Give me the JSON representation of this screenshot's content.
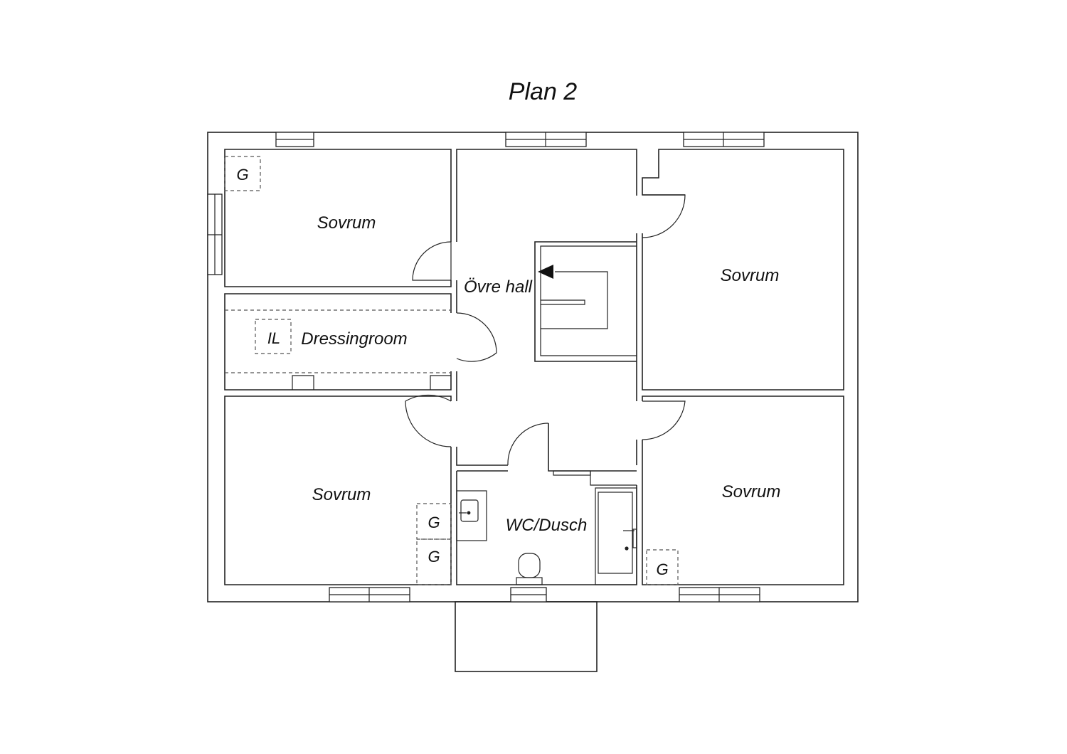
{
  "title": "Plan 2",
  "rooms": {
    "bedroom_top_left": "Sovrum",
    "bedroom_right_top": "Sovrum",
    "bedroom_bottom_left": "Sovrum",
    "bedroom_bottom_right": "Sovrum",
    "upper_hall": "Övre hall",
    "dressing_room": "Dressingroom",
    "bathroom": "WC/Dusch"
  },
  "markers": {
    "g_top_left": "G",
    "g_bottom_left_1": "G",
    "g_bottom_left_2": "G",
    "g_bottom_right": "G",
    "il": "IL"
  },
  "colors": {
    "line": "#222222",
    "dashed": "#555555",
    "background": "#ffffff"
  }
}
